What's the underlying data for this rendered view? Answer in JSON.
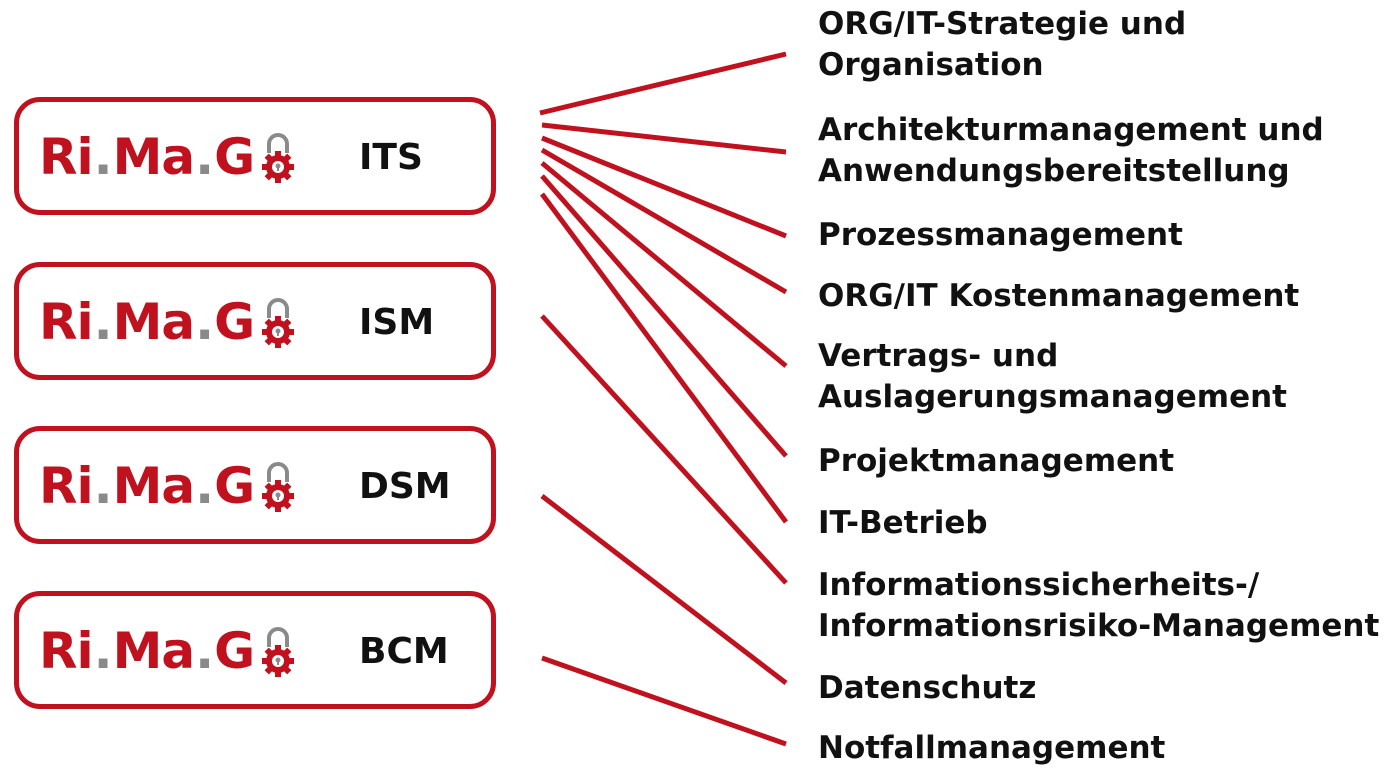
{
  "accent_color": "#c0111e",
  "logo": {
    "ri": "Ri",
    "dot1": ".",
    "ma": "Ma",
    "dot2": ".",
    "g": "G",
    "icon": "padlock-gear-icon"
  },
  "modules": [
    {
      "code": "ITS"
    },
    {
      "code": "ISM"
    },
    {
      "code": "DSM"
    },
    {
      "code": "BCM"
    }
  ],
  "topics": [
    {
      "line1": "ORG/IT-Strategie und",
      "line2": "Organisation",
      "module": "ITS"
    },
    {
      "line1": "Architekturmanagement  und",
      "line2": "Anwendungsbereitstellung",
      "module": "ITS"
    },
    {
      "line1": "Prozessmanagement",
      "line2": "",
      "module": "ITS"
    },
    {
      "line1": "ORG/IT Kostenmanagement",
      "line2": "",
      "module": "ITS"
    },
    {
      "line1": "Vertrags- und",
      "line2": "Auslagerungsmanagement",
      "module": "ITS"
    },
    {
      "line1": "Projektmanagement",
      "line2": "",
      "module": "ITS"
    },
    {
      "line1": "IT-Betrieb",
      "line2": "",
      "module": "ITS"
    },
    {
      "line1": "Informationssicherheits-/",
      "line2": "Informationsrisiko-Management",
      "module": "ISM"
    },
    {
      "line1": "Datenschutz",
      "line2": "",
      "module": "DSM"
    },
    {
      "line1": "Notfallmanagement",
      "line2": "",
      "module": "BCM"
    }
  ]
}
